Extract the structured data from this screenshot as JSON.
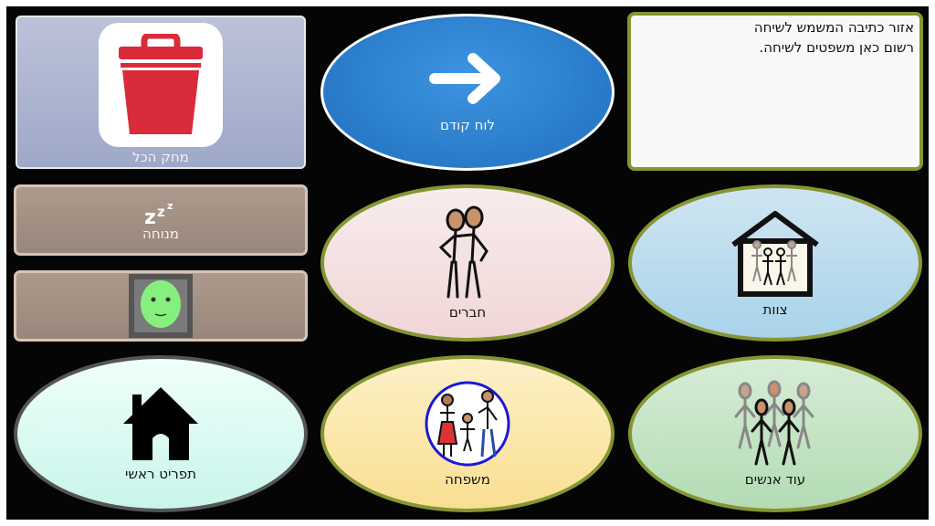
{
  "message_area": {
    "line1": "אזור כתיבה המשמש לשיחה",
    "line2": "רשום כאן משפטים לשיחה."
  },
  "buttons": {
    "clear_all": {
      "label": "מחק הכל",
      "icon": "trash-icon",
      "color": "#d92b3a"
    },
    "previous_board": {
      "label": "לוח קודם",
      "icon": "arrow-right-icon"
    },
    "rest": {
      "label": "מנוחה",
      "icon": "sleep-zzz-icon"
    },
    "face": {
      "icon": "green-face-icon"
    },
    "friends": {
      "label": "חברים",
      "icon": "friends-icon"
    },
    "team": {
      "label": "צוות",
      "icon": "team-house-icon"
    },
    "home": {
      "label": "תפריט ראשי",
      "icon": "home-icon"
    },
    "family": {
      "label": "משפחה",
      "icon": "family-icon"
    },
    "more_people": {
      "label": "עוד אנשים",
      "icon": "more-people-icon"
    }
  },
  "colors": {
    "accent_border": "#859532",
    "board_background": "#050505",
    "previous_blue": "#2a7cc8"
  }
}
